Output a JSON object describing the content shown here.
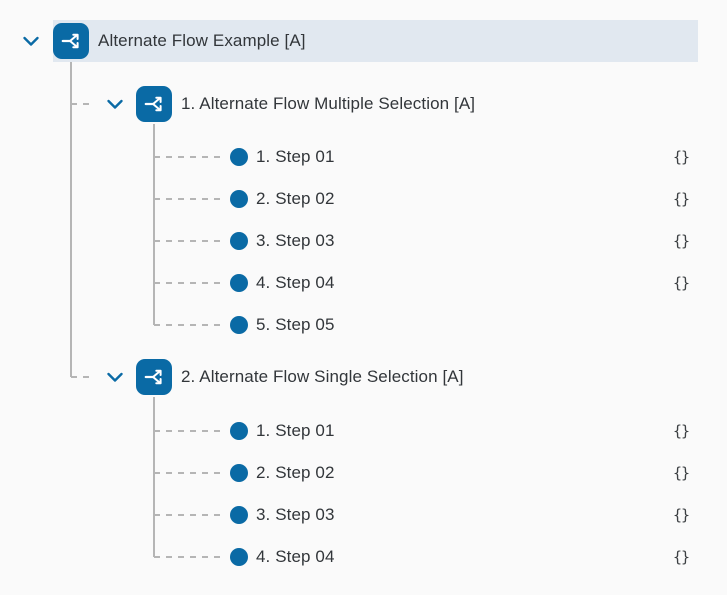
{
  "theme": {
    "background": "#fafafa",
    "selected_row_background": "#e1e8f0",
    "accent": "#0a6aa5",
    "text": "#32363a",
    "connector_line": "#b5b5b5"
  },
  "tree": {
    "root": {
      "label": "Alternate Flow Example [A]",
      "icon": "flow-split-icon",
      "expander": "chevron-down-icon",
      "selected": true,
      "expanded": true
    },
    "groups": [
      {
        "label": "1. Alternate Flow Multiple Selection [A]",
        "icon": "flow-split-icon",
        "expander": "chevron-down-icon",
        "expanded": true,
        "steps": [
          {
            "label": "1. Step 01",
            "badge": "{}"
          },
          {
            "label": "2. Step 02",
            "badge": "{}"
          },
          {
            "label": "3. Step 03",
            "badge": "{}"
          },
          {
            "label": "4. Step 04",
            "badge": "{}"
          },
          {
            "label": "5. Step 05",
            "badge": ""
          }
        ]
      },
      {
        "label": "2. Alternate Flow Single Selection [A]",
        "icon": "flow-split-icon",
        "expander": "chevron-down-icon",
        "expanded": true,
        "steps": [
          {
            "label": "1. Step 01",
            "badge": "{}"
          },
          {
            "label": "2. Step 02",
            "badge": "{}"
          },
          {
            "label": "3. Step 03",
            "badge": "{}"
          },
          {
            "label": "4. Step 04",
            "badge": "{}"
          }
        ]
      }
    ]
  }
}
